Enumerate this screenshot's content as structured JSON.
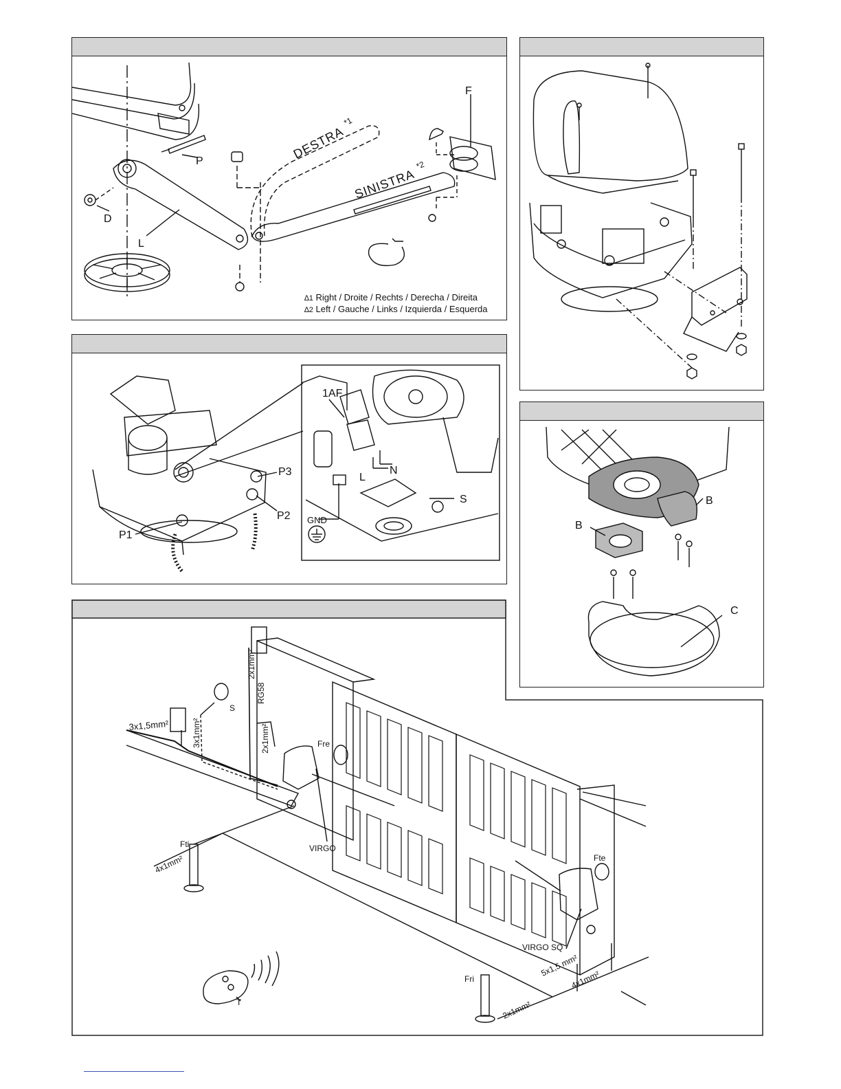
{
  "panel1": {
    "labels": {
      "F": "F",
      "P": "P",
      "D": "D",
      "L": "L"
    },
    "destra": "DESTRA",
    "destra_mark": "*1",
    "sinistra": "SINISTRA",
    "sinistra_mark": "*2",
    "note1_mark": "∆1",
    "note1": "Right / Droite / Rechts / Derecha / Direita",
    "note2_mark": "∆2",
    "note2": "Left / Gauche / Links / Izquierda / Esquerda"
  },
  "panel3": {
    "labels": {
      "af": "1AF",
      "p3": "P3",
      "p2": "P2",
      "p1": "P1",
      "n": "N",
      "l": "L",
      "s": "S",
      "gnd": "GND"
    }
  },
  "panel4": {
    "labels": {
      "b1": "B",
      "b2": "B",
      "c": "C"
    }
  },
  "panel5": {
    "labels": {
      "c1": "3x1,5mm²",
      "c2": "3x1mm²",
      "c3": "2x1mm²",
      "c4": "RG58",
      "c5": "2x1mm²",
      "s": "S",
      "fre": "Fre",
      "virgo": "VIRGO",
      "fti": "Fti",
      "c6": "4x1mm²",
      "fte": "Fte",
      "virgosq": "VIRGO SQ",
      "c7": "5x1,5 mm²",
      "c8": "4x1mm²",
      "fri": "Fri",
      "c9": "2x1mm²",
      "t": "T"
    }
  }
}
